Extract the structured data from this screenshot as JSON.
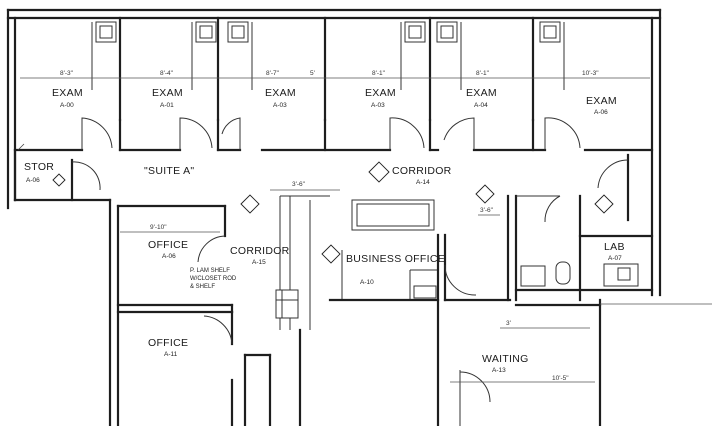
{
  "rooms": [
    {
      "id": "exam-1",
      "name": "EXAM",
      "number": "A-00"
    },
    {
      "id": "exam-2",
      "name": "EXAM",
      "number": "A-01"
    },
    {
      "id": "exam-3",
      "name": "EXAM",
      "number": "A-03"
    },
    {
      "id": "exam-4",
      "name": "EXAM",
      "number": "A-03"
    },
    {
      "id": "exam-5",
      "name": "EXAM",
      "number": "A-04"
    },
    {
      "id": "exam-6",
      "name": "EXAM",
      "number": "A-06"
    },
    {
      "id": "stor",
      "name": "STOR",
      "number": "A-06"
    },
    {
      "id": "suite",
      "name": "\"SUITE A\"",
      "number": ""
    },
    {
      "id": "corridor-1",
      "name": "CORRIDOR",
      "number": "A-14"
    },
    {
      "id": "office-1",
      "name": "OFFICE",
      "number": "A-06"
    },
    {
      "id": "corridor-2",
      "name": "CORRIDOR",
      "number": "A-15"
    },
    {
      "id": "business",
      "name": "BUSINESS OFFICE",
      "number": "A-10"
    },
    {
      "id": "lab",
      "name": "LAB",
      "number": "A-07"
    },
    {
      "id": "office-2",
      "name": "OFFICE",
      "number": "A-11"
    },
    {
      "id": "waiting",
      "name": "WAITING",
      "number": "A-13"
    }
  ],
  "notes": {
    "shelf": "P. LAM SHELF",
    "closet": "W/CLOSET ROD",
    "shelf2": "& SHELF"
  },
  "dimensions": [
    "8'-3\"",
    "8'-4\"",
    "8'-7\"",
    "8'-1\"",
    "10'-3\"",
    "3'-6\"",
    "9'-10\"",
    "10'-5\"",
    "5'",
    "3'"
  ],
  "colors": {
    "ink": "#1e1e1e",
    "paper": "#ffffff"
  }
}
